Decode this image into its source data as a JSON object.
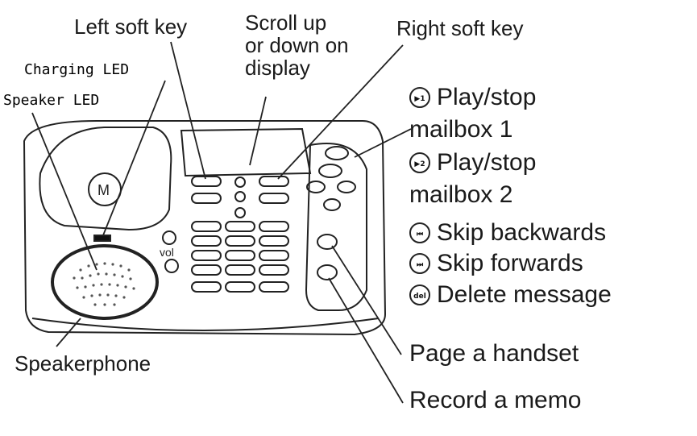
{
  "callouts": {
    "left_soft_key": "Left soft key",
    "scroll_line1": "Scroll up",
    "scroll_line2": "or down on",
    "scroll_line3": "display",
    "right_soft_key": "Right soft key",
    "charging_led": "Charging LED",
    "speaker_led": "Speaker LED",
    "speakerphone": "Speakerphone",
    "page_handset": "Page a handset",
    "record_memo": "Record a memo"
  },
  "device": {
    "brand_icon": "motorola-logo-icon",
    "vol_label": "vol"
  },
  "legend": [
    {
      "icon": "play-stop-mailbox-1-icon",
      "glyph": "▶1",
      "text": "Play/stop"
    },
    {
      "icon": "",
      "glyph": "",
      "text": "mailbox 1"
    },
    {
      "icon": "play-stop-mailbox-2-icon",
      "glyph": "▶2",
      "text": "Play/stop"
    },
    {
      "icon": "",
      "glyph": "",
      "text": "mailbox 2"
    },
    {
      "icon": "skip-backwards-icon",
      "glyph": "⏮",
      "text": "Skip backwards"
    },
    {
      "icon": "skip-forwards-icon",
      "glyph": "⏭",
      "text": "Skip forwards"
    },
    {
      "icon": "delete-message-icon",
      "glyph": "del",
      "text": "Delete message"
    }
  ]
}
